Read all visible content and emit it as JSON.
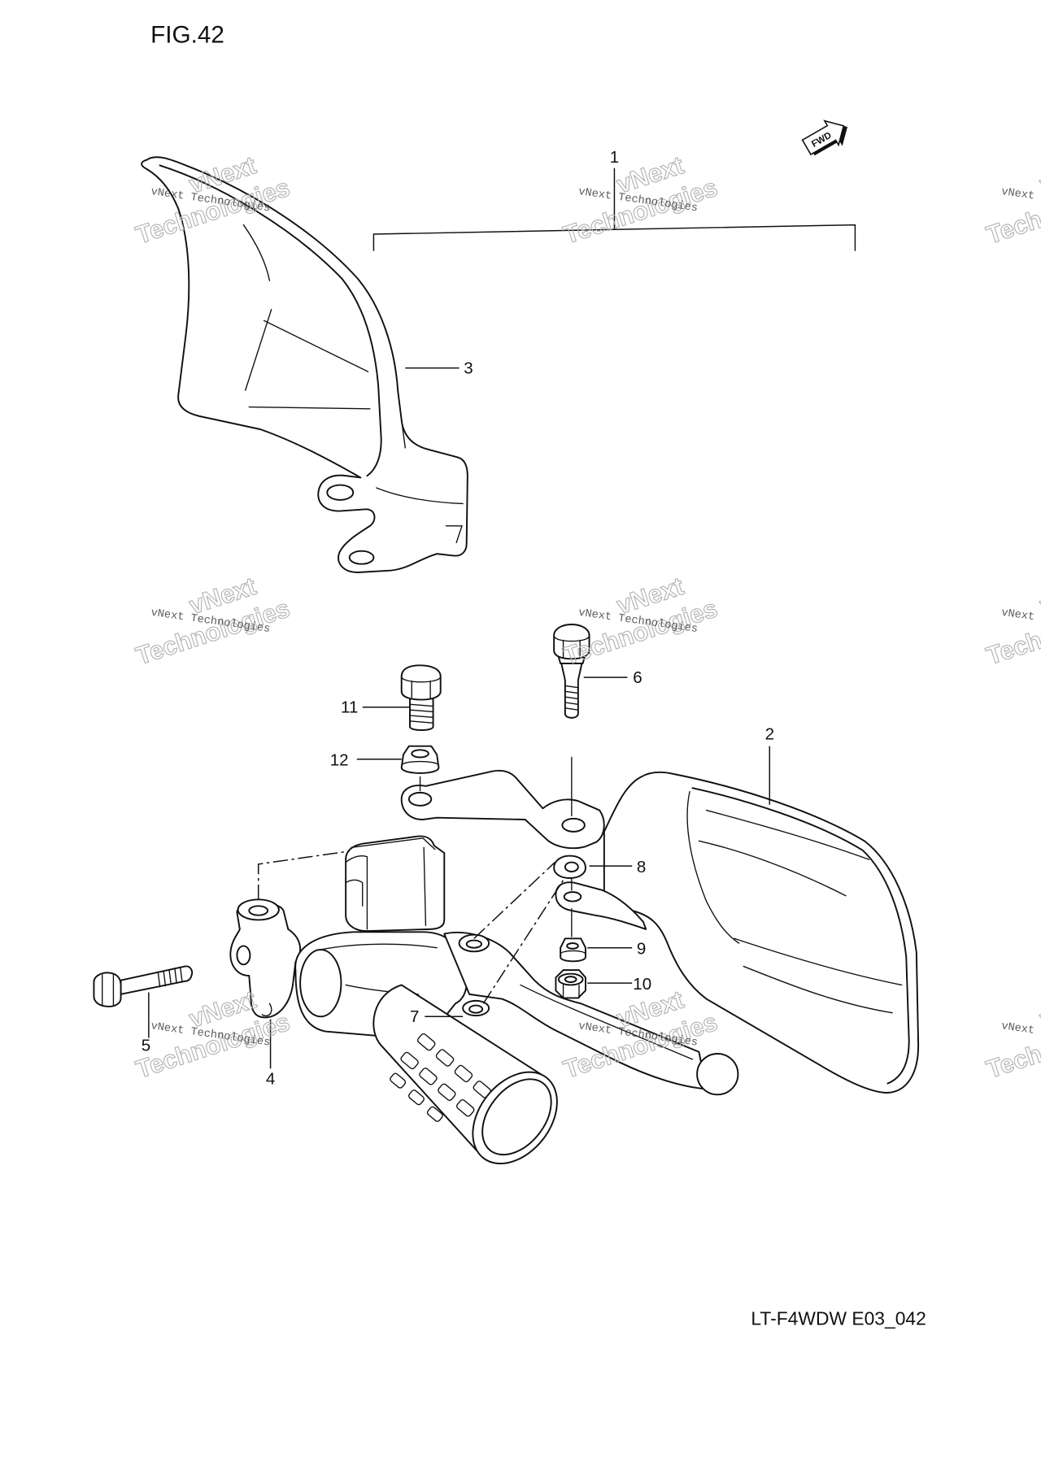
{
  "figure": {
    "title": "FIG.42",
    "code": "LT-F4WDW E03_042",
    "fwd_label": "FWD"
  },
  "callouts": {
    "p1": "1",
    "p2": "2",
    "p3": "3",
    "p4": "4",
    "p5": "5",
    "p6": "6",
    "p7": "7",
    "p8": "8",
    "p9": "9",
    "p10": "10",
    "p11": "11",
    "p12": "12"
  },
  "watermark": {
    "small": "vNext Technologies",
    "big_line1": "vNext",
    "big_line2": "Technologies"
  },
  "icons": {
    "direction": "fwd-arrow-icon"
  }
}
